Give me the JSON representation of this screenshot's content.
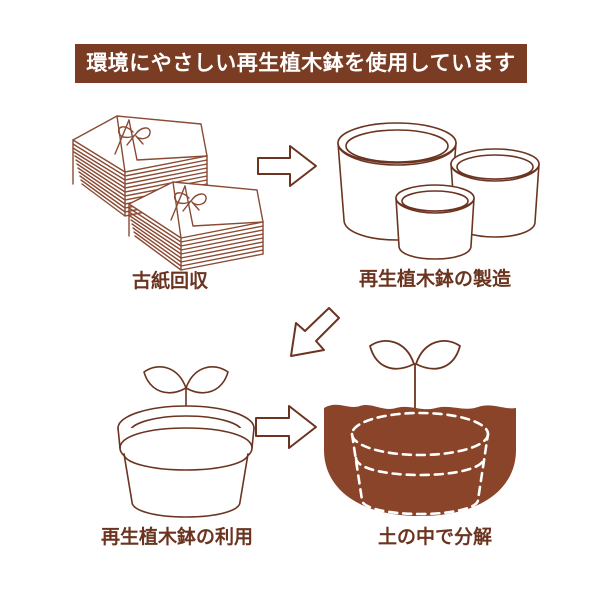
{
  "page": {
    "background_color": "#ffffff",
    "line_color": "#6b3420",
    "soil_color": "#8a4429",
    "banner_color": "#7b3c24",
    "banner_text_color": "#ffffff",
    "label_text_color": "#6b3420"
  },
  "banner": {
    "text": "環境にやさしい再生植木鉢を使用しています"
  },
  "steps": [
    {
      "id": "paper-collection",
      "label": "古紙回収",
      "illustration": "stacked-tied-paper-bundles-icon"
    },
    {
      "id": "pot-manufacturing",
      "label": "再生植木鉢の製造",
      "illustration": "three-plant-pots-icon"
    },
    {
      "id": "pot-use",
      "label": "再生植木鉢の利用",
      "illustration": "potted-sprout-icon"
    },
    {
      "id": "soil-decomposition",
      "label": "土の中で分解",
      "illustration": "buried-pot-in-soil-icon"
    }
  ],
  "arrows": [
    {
      "id": "arrow-paper-to-pots",
      "direction": "right",
      "icon": "arrow-right-icon"
    },
    {
      "id": "arrow-pots-to-use",
      "direction": "down-left",
      "icon": "arrow-down-left-icon"
    },
    {
      "id": "arrow-use-to-decomposition",
      "direction": "right",
      "icon": "arrow-right-icon"
    }
  ]
}
